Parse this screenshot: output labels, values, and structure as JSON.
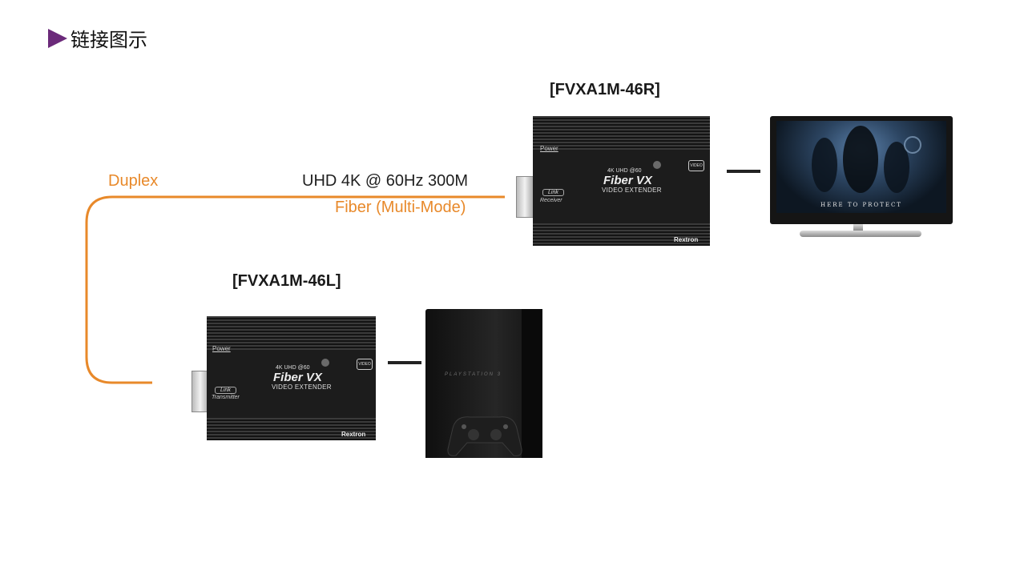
{
  "heading": "链接图示",
  "receiver": {
    "model": "[FVXA1M-46R]",
    "power": "Power",
    "link": "Link",
    "role": "Receiver",
    "badge": "4K UHD @60",
    "product": "Fiber VX",
    "subtitle": "VIDEO EXTENDER",
    "video": "VIDEO",
    "brand": "Rextron"
  },
  "transmitter": {
    "model": "[FVXA1M-46L]",
    "power": "Power",
    "link": "Link",
    "role": "Transmitter",
    "badge": "4K UHD @60",
    "product": "Fiber VX",
    "subtitle": "VIDEO EXTENDER",
    "video": "VIDEO",
    "brand": "Rextron"
  },
  "link": {
    "mode": "Duplex",
    "spec": "UHD 4K @ 60Hz 300M",
    "medium": "Fiber (Multi-Mode)"
  },
  "tv": {
    "tagline": "HERE TO PROTECT"
  },
  "console": {
    "logo": "PLAYSTATION 3"
  },
  "colors": {
    "accent_triangle": "#6b2a7a",
    "fiber": "#e8892a",
    "device": "#1c1c1c"
  }
}
